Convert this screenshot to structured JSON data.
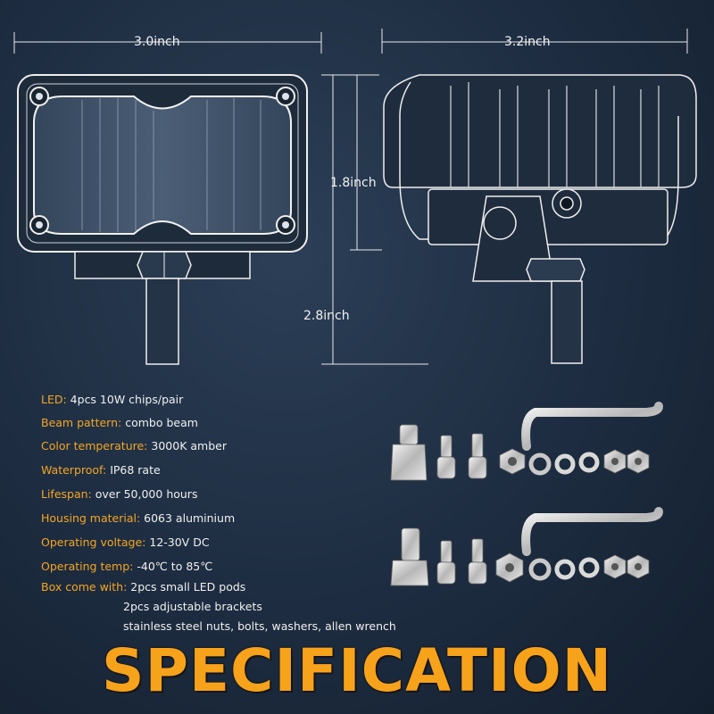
{
  "dimensions": {
    "front_width": "3.0inch",
    "side_width": "3.2inch",
    "height": "1.8inch",
    "total_height": "2.8inch"
  },
  "specs": [
    {
      "key": "LED:",
      "value": " 4pcs 10W chips/pair"
    },
    {
      "key": "Beam pattern:",
      "value": " combo beam"
    },
    {
      "key": "Color temperature:",
      "value": " 3000K amber"
    },
    {
      "key": "Waterproof:",
      "value": " IP68 rate"
    },
    {
      "key": "Lifespan:",
      "value": " over 50,000 hours"
    },
    {
      "key": "Housing material:",
      "value": " 6063 aluminium"
    },
    {
      "key": "Operating voltage:",
      "value": " 12-30V DC"
    },
    {
      "key": "Operating temp:",
      "value": " -40℃ to 85℃"
    },
    {
      "key": "Box come with:",
      "value": " 2pcs small LED pods"
    }
  ],
  "box_extras": [
    "2pcs adjustable brackets",
    "stainless steel nuts, bolts, washers, allen wrench"
  ],
  "banner": "SPECIFICATION",
  "colors": {
    "accent": "#f5a623",
    "background": "#1d2c40"
  }
}
